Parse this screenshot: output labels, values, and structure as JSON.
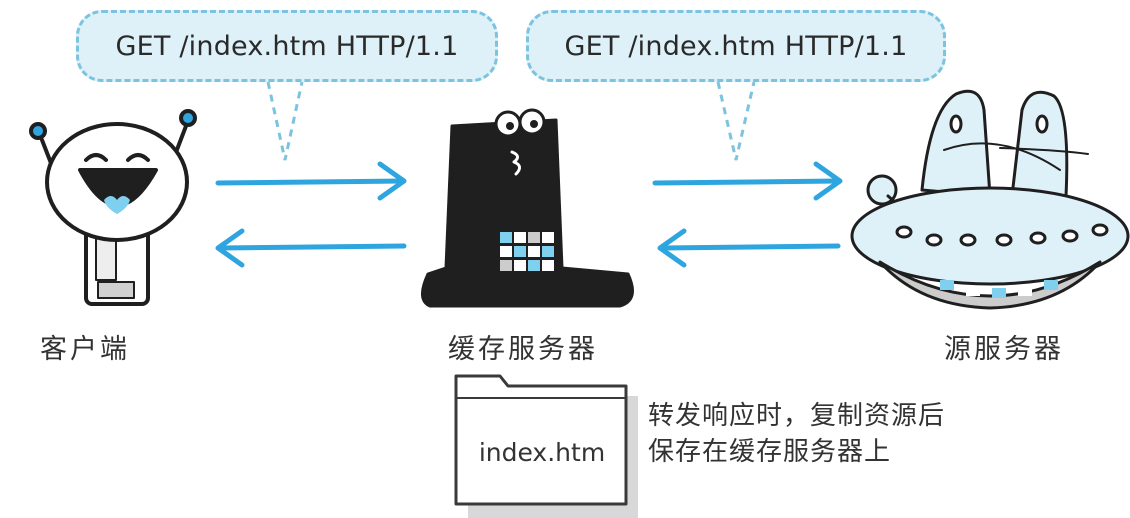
{
  "requests": {
    "client_to_cache": "GET /index.htm HTTP/1.1",
    "cache_to_origin": "GET /index.htm HTTP/1.1"
  },
  "nodes": {
    "client": "客户端",
    "cache_server": "缓存服务器",
    "origin_server": "源服务器"
  },
  "file": {
    "name": "index.htm"
  },
  "note": {
    "line1": "转发响应时，复制资源后",
    "line2": "保存在缓存服务器上"
  },
  "colors": {
    "arrow": "#2fa5df",
    "bubble_fill": "#dff1f8",
    "bubble_border": "#7cc3df",
    "ink": "#1f1f1f",
    "accent": "#7fcfee"
  }
}
